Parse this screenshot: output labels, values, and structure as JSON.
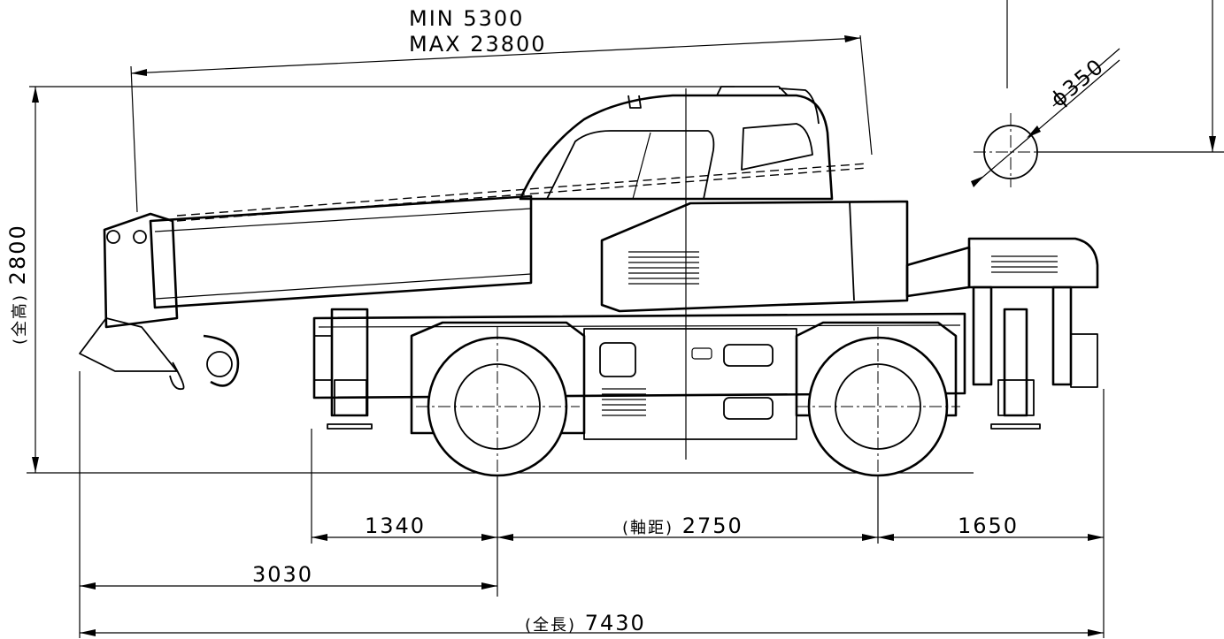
{
  "dimensions": {
    "boom_length_min": "MIN 5300",
    "boom_length_max": "MAX 23800",
    "overall_height_prefix": "(全高)",
    "overall_height_value": "2800",
    "sheave_diameter": "ϕ350",
    "front_overhang": "1340",
    "wheelbase_prefix": "(軸距)",
    "wheelbase_value": "2750",
    "rear_overhang": "1650",
    "front_to_front_axle": "3030",
    "overall_length_prefix": "(全長)",
    "overall_length_value": "7430"
  }
}
